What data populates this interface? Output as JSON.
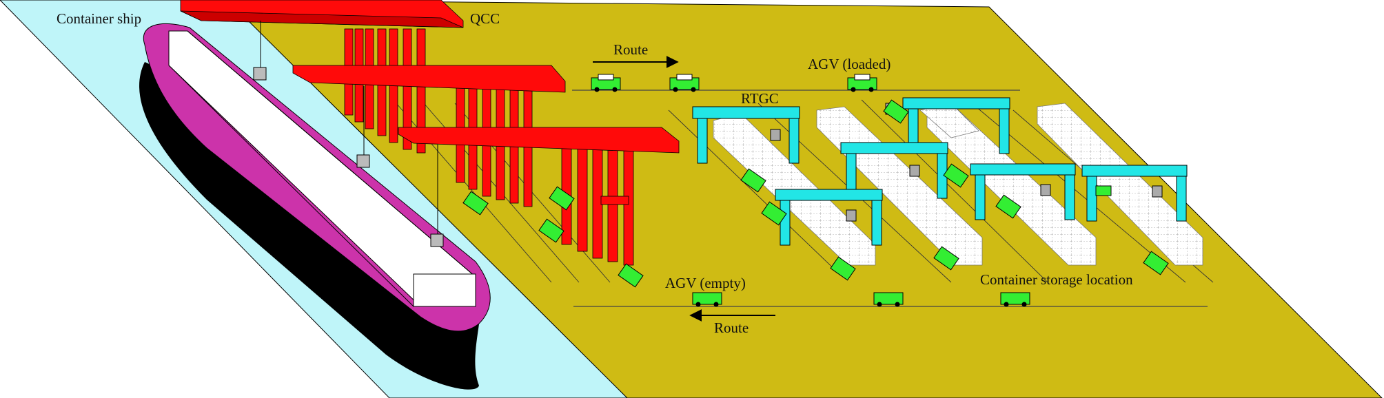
{
  "labels": {
    "container_ship": "Container ship",
    "qcc": "QCC",
    "route_top": "Route",
    "agv_loaded": "AGV (loaded)",
    "rtgc": "RTGC",
    "agv_empty": "AGV (empty)",
    "storage": "Container storage location",
    "route_bottom": "Route"
  },
  "colors": {
    "water": "#bff5f9",
    "yard": "#cfbb14",
    "ship_hull": "#cc33aa",
    "ship_bottom": "#000000",
    "ship_deck": "#ffffff",
    "qcc": "#ff0a0a",
    "rtgc": "#22e6e6",
    "agv": "#33ee33",
    "stack": "#ffffff"
  },
  "icons": {
    "qcc": "quay-crane-icon",
    "rtgc": "gantry-crane-icon",
    "agv": "agv-vehicle-icon",
    "spreader": "spreader-icon",
    "arrow": "route-arrow-icon"
  }
}
